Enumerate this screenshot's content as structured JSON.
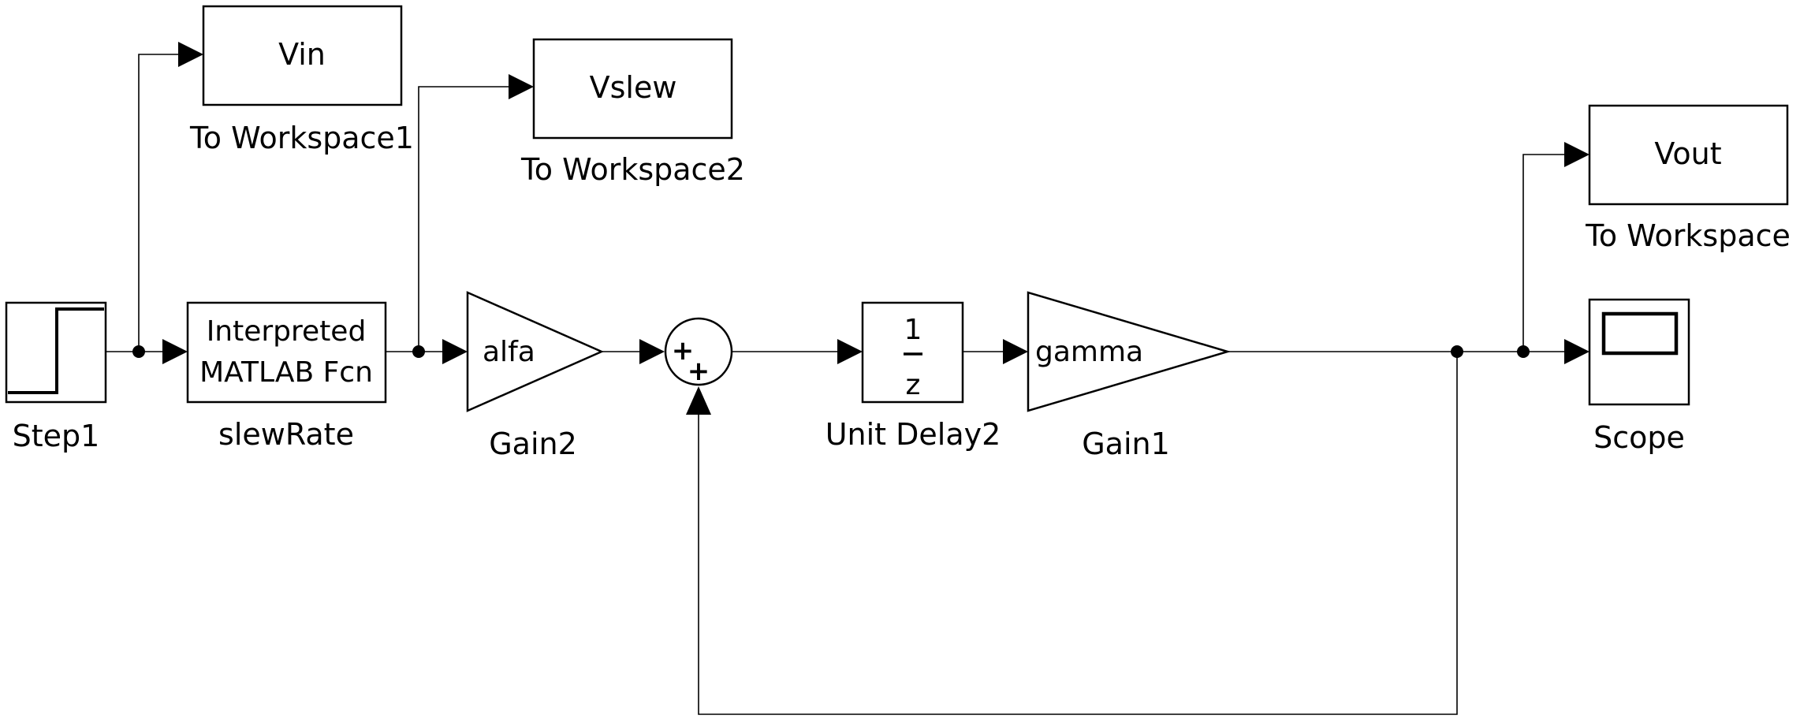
{
  "blocks": {
    "step": {
      "label": "Step1"
    },
    "slew_rate": {
      "line1": "Interpreted",
      "line2": "MATLAB Fcn",
      "label": "slewRate"
    },
    "gain2": {
      "value": "alfa",
      "label": "Gain2"
    },
    "sum": {
      "sign1": "+",
      "sign2": "+"
    },
    "unit_delay": {
      "numerator": "1",
      "denominator": "z",
      "label": "Unit Delay2"
    },
    "gain1": {
      "value": "gamma",
      "label": "Gain1"
    },
    "to_workspace1": {
      "variable": "Vin",
      "label": "To Workspace1"
    },
    "to_workspace2": {
      "variable": "Vslew",
      "label": "To Workspace2"
    },
    "to_workspace": {
      "variable": "Vout",
      "label": "To Workspace"
    },
    "scope": {
      "label": "Scope"
    }
  }
}
